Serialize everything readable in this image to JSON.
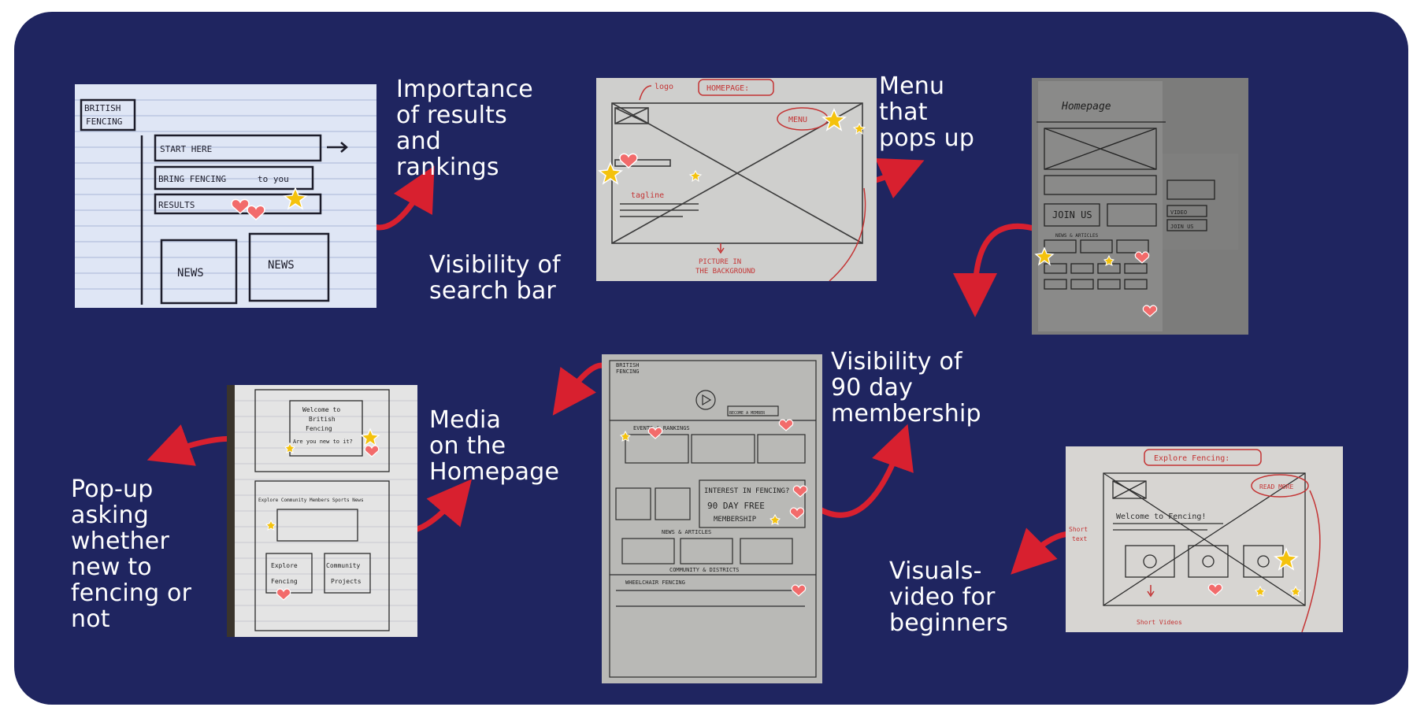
{
  "labels": {
    "results": "Importance\nof results\nand\nrankings",
    "search": "Visibility of\nsearch bar",
    "menu": "Menu\nthat\npops up",
    "membership": "Visibility of\n90 day\nmembership",
    "media": "Media\non the\nHomepage",
    "popup": "Pop-up\nasking\nwhether\nnew to\nfencing or\nnot",
    "visuals": "Visuals-\nvideo for\nbeginners"
  },
  "sketch1": {
    "brand": "BRITISH\nFENCING",
    "start": "START HERE",
    "bring": "BRING FENCING",
    "toyou": "to you",
    "results": "RESULTS",
    "news1": "NEWS",
    "news2": "NEWS"
  },
  "sketch2": {
    "title": "HOMEPAGE:",
    "logo": "logo",
    "menu": "MENU",
    "tagline": "tagline",
    "picture": "PICTURE IN\nTHE BACKGROUND"
  },
  "sketch3": {
    "title": "Homepage",
    "join": "JOIN US",
    "news": "NEWS & ARTICLES",
    "video": "VIDEO",
    "join2": "JOIN US"
  },
  "sketch4": {
    "welcome": "Welcome to\nBritish\nFencing",
    "ask": "Are you new to it?",
    "explore": "Explore\nFencing",
    "community": "Community\nProjects",
    "nav": "Explore  Community  Members  Sports  News"
  },
  "sketch5": {
    "brand": "BRITISH\nFENCING",
    "events": "EVENTS & RANKINGS",
    "interest": "INTEREST IN FENCING?",
    "offer": "90 DAY FREE\nMEMBERSHIP",
    "news": "NEWS & ARTICLES",
    "community": "COMMUNITY & DISTRICTS",
    "wheelchair": "WHEELCHAIR FENCING",
    "become": "BECOME A MEMBER"
  },
  "sketch6": {
    "title": "Explore Fencing:",
    "readmore": "READ MORE",
    "welcome": "Welcome to Fencing!",
    "short_text": "Short\ntext",
    "short_videos": "Short Videos"
  },
  "colors": {
    "board": "#1f2560",
    "arrow": "#d8202f",
    "star": "#f4c20d",
    "heart": "#f26b6b"
  }
}
